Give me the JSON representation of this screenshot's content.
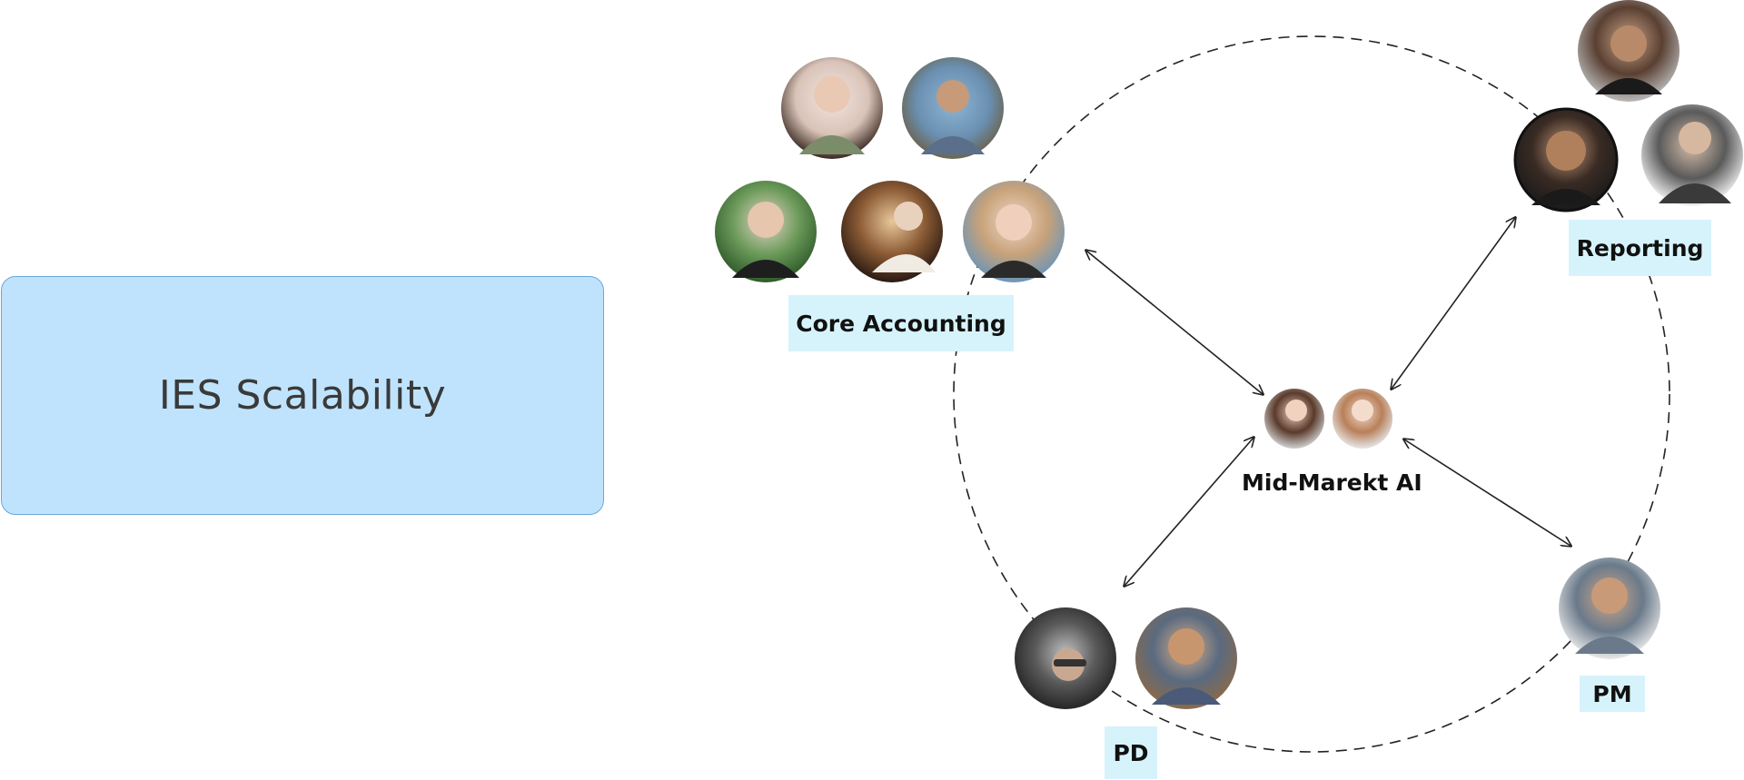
{
  "title": "IES Scalability",
  "hub": {
    "label": "Mid-Marekt AI",
    "members": [
      "avatar-hub-1",
      "avatar-hub-2"
    ]
  },
  "teams": [
    {
      "id": "core",
      "label": "Core Accounting",
      "member_count": 5
    },
    {
      "id": "reporting",
      "label": "Reporting",
      "member_count": 3
    },
    {
      "id": "pm",
      "label": "PM",
      "member_count": 1
    },
    {
      "id": "pd",
      "label": "PD",
      "member_count": 2
    }
  ],
  "connections": [
    {
      "from": "core",
      "to": "hub",
      "direction": "both"
    },
    {
      "from": "reporting",
      "to": "hub",
      "direction": "both"
    },
    {
      "from": "pm",
      "to": "hub",
      "direction": "both"
    },
    {
      "from": "pd",
      "to": "hub",
      "direction": "both"
    }
  ],
  "colors": {
    "title_box_fill": "#bfe3fc",
    "title_box_border": "#6aa7db",
    "label_fill": "#d6f3fb",
    "text": "#111111",
    "lines": "#222222"
  }
}
